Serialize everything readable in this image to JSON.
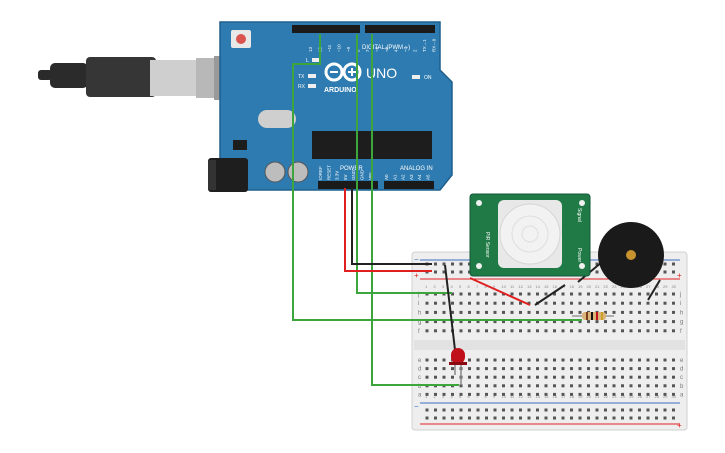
{
  "arduino": {
    "brand": "ARDUINO",
    "model": "UNO",
    "digital_label": "DIGITAL (PWM ~)",
    "power_label": "POWER",
    "analog_label": "ANALOG IN",
    "aref": "AREF",
    "gnd": "GND",
    "tx": "TX",
    "rx": "RX",
    "on": "ON",
    "l": "L",
    "digital_pins": [
      "13",
      "12",
      "~11",
      "~10",
      "~9",
      "8",
      "7",
      "~6",
      "~5",
      "4",
      "~3",
      "2",
      "TX→1",
      "RX←0"
    ],
    "power_pins": [
      "IOREF",
      "RESET",
      "3.3V",
      "5V",
      "GND",
      "GND",
      "VIN"
    ],
    "analog_pins": [
      "A0",
      "A1",
      "A2",
      "A3",
      "A4",
      "A5"
    ]
  },
  "pir": {
    "label_left": "PIR Sensor",
    "label_right": "Signal",
    "label_bottom": "Power"
  },
  "breadboard": {
    "row_letters_top": [
      "j",
      "i",
      "h",
      "g",
      "f"
    ],
    "row_letters_bottom": [
      "e",
      "d",
      "c",
      "b",
      "a"
    ],
    "columns": [
      "1",
      "2",
      "3",
      "4",
      "5",
      "6",
      "7",
      "8",
      "9",
      "10",
      "11",
      "12",
      "13",
      "14",
      "15",
      "16",
      "17",
      "18",
      "19",
      "20",
      "21",
      "22",
      "23",
      "24",
      "25",
      "26",
      "27",
      "28",
      "29",
      "30"
    ],
    "plus": "+",
    "minus": "−"
  },
  "colors": {
    "board": "#2d7bb0",
    "board_dark": "#1f5f8c",
    "wire_green": "#3ca53c",
    "wire_red": "#e02020",
    "wire_black": "#222222",
    "pir_green": "#1f7a45",
    "led_red": "#c0101a",
    "buzzer": "#1a1a1a",
    "buzzer_center": "#c8922e"
  }
}
